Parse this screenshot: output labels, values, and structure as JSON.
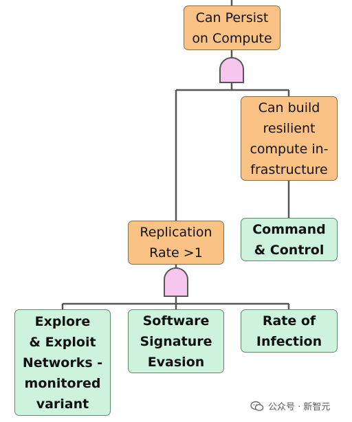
{
  "nodes": {
    "persist": {
      "label": "Can Persist\non Compute",
      "color": "orange"
    },
    "infra": {
      "label": "Can build\nresilient\ncompute in-\nfrastructure",
      "color": "orange"
    },
    "replication": {
      "label": "Replication\nRate >1",
      "color": "orange"
    },
    "command": {
      "label": "Command\n& Control",
      "color": "green"
    },
    "explore": {
      "label": "Explore\n& Exploit\nNetworks -\nmonitored\nvariant",
      "color": "green"
    },
    "software": {
      "label": "Software\nSignature\nEvasion",
      "color": "green"
    },
    "rate": {
      "label": "Rate of\nInfection",
      "color": "green"
    }
  },
  "gates": {
    "top": {
      "type": "AND"
    },
    "replication": {
      "type": "AND"
    }
  },
  "colors": {
    "orange_fill": "#fbc285",
    "green_fill": "#cdf3dc",
    "gate_fill": "#f7c6ee",
    "line": "#555555"
  },
  "watermark": {
    "text": "公众号 · 新智元"
  }
}
